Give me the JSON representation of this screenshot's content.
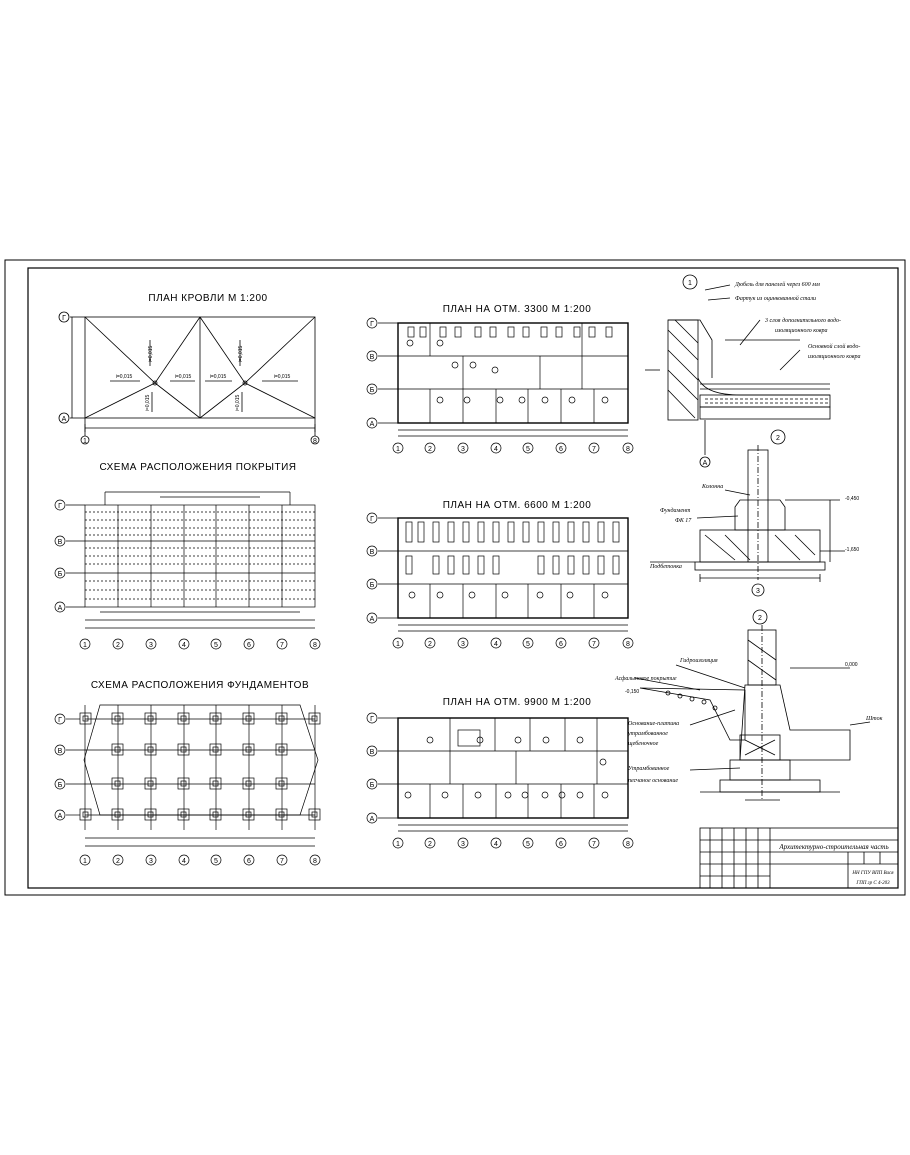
{
  "titles": {
    "roof_plan": "ПЛАН КРОВЛИ М 1:200",
    "roof_layout": "СХЕМА РАСПОЛОЖЕНИЯ ПОКРЫТИЯ",
    "foundation_layout": "СХЕМА РАСПОЛОЖЕНИЯ ФУНДАМЕНТОВ",
    "plan_3300": "ПЛАН НА ОТМ. 3300 М 1:200",
    "plan_6600": "ПЛАН НА ОТМ. 6600 М 1:200",
    "plan_9900": "ПЛАН НА ОТМ. 9900 М 1:200"
  },
  "axes": {
    "numeric": [
      "1",
      "2",
      "3",
      "4",
      "5",
      "6",
      "7",
      "8"
    ],
    "letters": [
      "Г",
      "В",
      "Б",
      "А"
    ]
  },
  "roof_plan": {
    "slopes": [
      "i=0,015",
      "i=0,015",
      "i=0,015",
      "i=0,015",
      "i=0,015",
      "i=0,015",
      "i=0,015",
      "i=0,015"
    ]
  },
  "details": {
    "d1": {
      "number": "1",
      "notes": [
        "Дюбель для панелей через 600 мм",
        "Фартук из оцинкованной стали",
        "3 слоя дополнительного водо-",
        "изоляционного ковра",
        "Основной слой водо-",
        "изоляционного ковра"
      ]
    },
    "d2": {
      "number": "2",
      "bottom_number": "3",
      "column": "Колонна",
      "foundation": "Фундамент",
      "foundation_mark": "ФК 17",
      "prep": "Подбетонка",
      "level_1": "-0,450",
      "level_2": "-1,650"
    },
    "d3": {
      "number": "2",
      "waterproof": "Гидроизоляция",
      "asphalt": "Асфальтовое покрытие",
      "level_0": "0,000",
      "level_neg": "-0,150",
      "base_1": "Основание-платина",
      "base_2": "утрамбованное",
      "base_3": "щебеночное",
      "base_4": "Утрамбованное",
      "base_5": "песчаное основание",
      "plinth": "Шток"
    }
  },
  "title_block": {
    "project": "Архитектурно-строительная часть",
    "stamp": "НН ГПУ ВПП Вася",
    "group": "ГПП гр С 4-203"
  }
}
